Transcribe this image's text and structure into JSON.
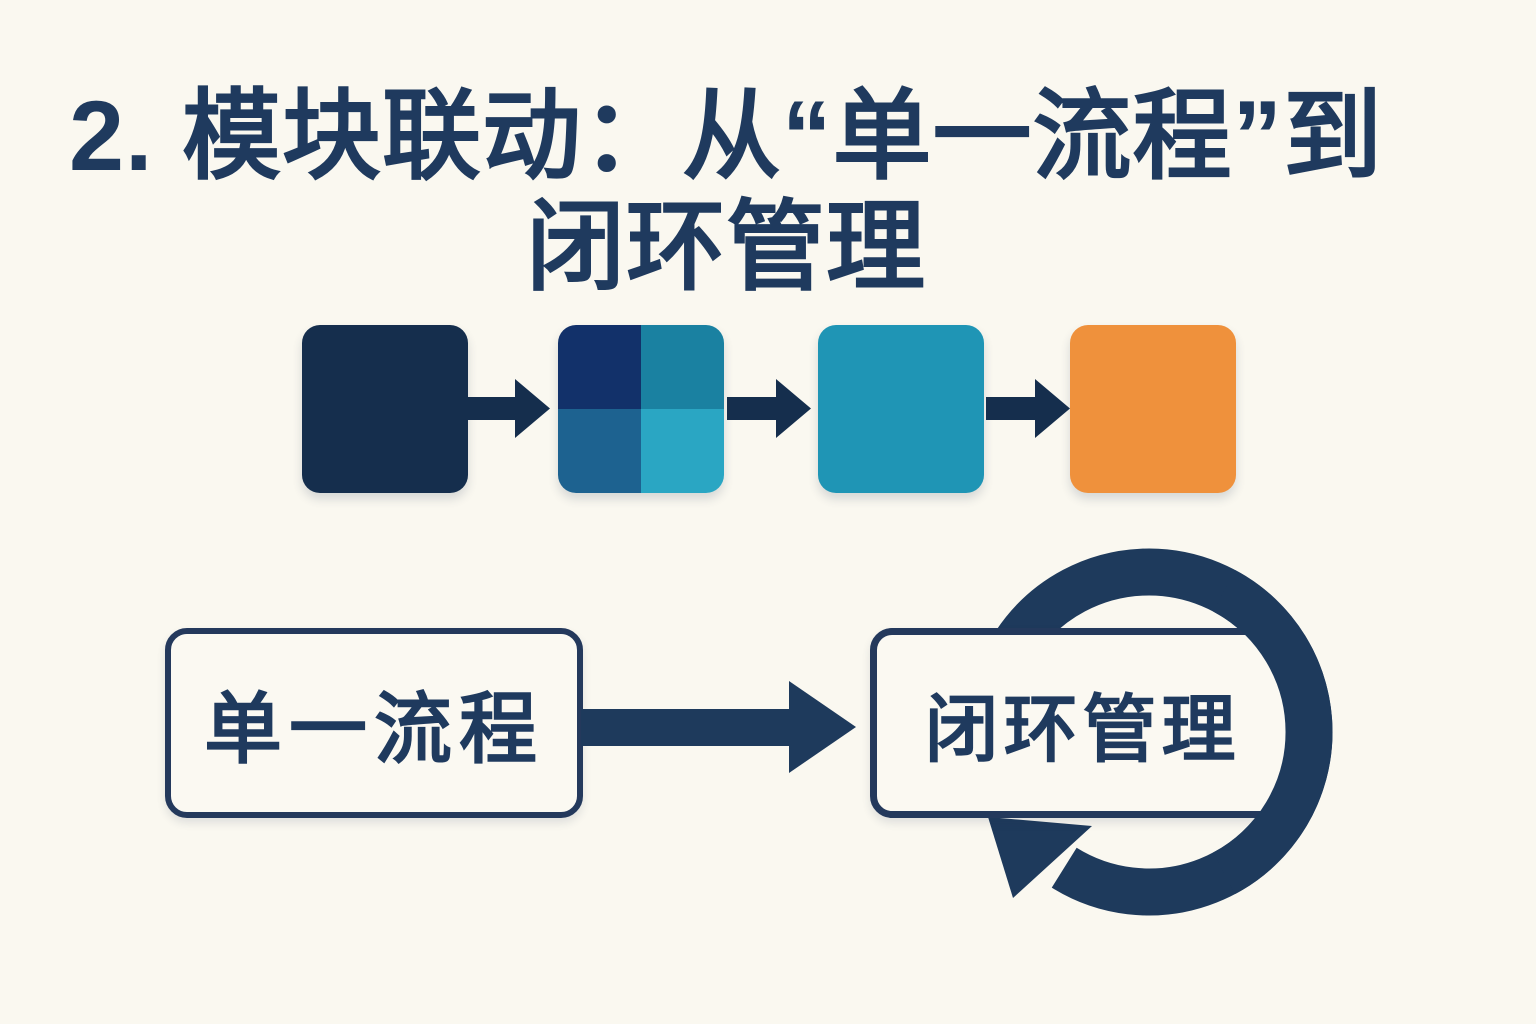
{
  "background": "#faf8f0",
  "title": {
    "line1": "2. 模块联动：从“单一流程”到",
    "line2": "闭环管理",
    "color": "#1f3a5e"
  },
  "process_flow": {
    "steps": [
      {
        "name": "step-1",
        "color": "#152e4d"
      },
      {
        "name": "step-2",
        "quadrants": {
          "top_left": "#12316a",
          "top_right": "#1a81a1",
          "bottom_left": "#1d6290",
          "bottom_right": "#2aa6c3"
        }
      },
      {
        "name": "step-3",
        "color": "#1f95b5"
      },
      {
        "name": "step-4",
        "color": "#ef913c"
      }
    ],
    "arrow_color": "#152e4d"
  },
  "comparison": {
    "left_box_label": "单一流程",
    "right_box_label": "闭环管理",
    "box_fill": "#fbf9f2",
    "box_border_color": "#24395c",
    "text_color": "#1f3a5e",
    "arrow_color": "#1e3a5c",
    "loop_color": "#1e3a5c"
  }
}
